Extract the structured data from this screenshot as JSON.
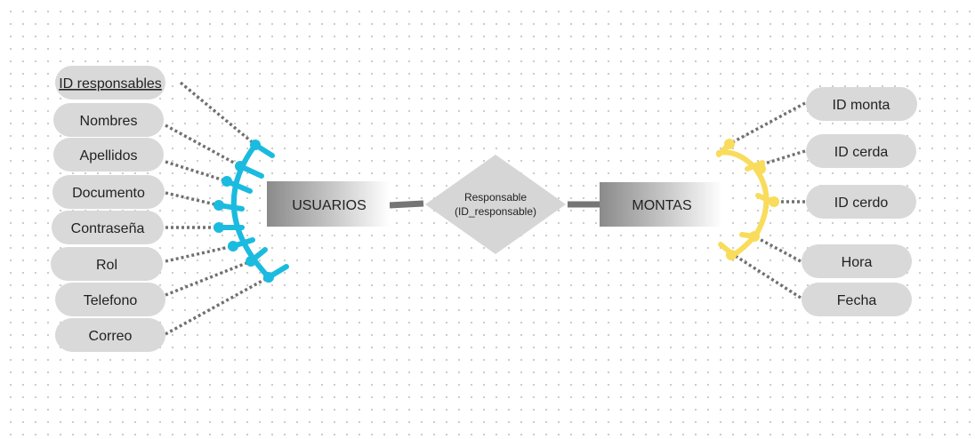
{
  "entities": {
    "usuarios": {
      "label": "USUARIOS"
    },
    "montas": {
      "label": "MONTAS"
    }
  },
  "relationship": {
    "label_line1": "Responsable",
    "label_line2": "(ID_responsable)"
  },
  "usuarios_attributes": [
    {
      "label": "ID responsables",
      "primary_key": true
    },
    {
      "label": "Nombres"
    },
    {
      "label": "Apellidos"
    },
    {
      "label": "Documento"
    },
    {
      "label": "Contraseña"
    },
    {
      "label": "Rol"
    },
    {
      "label": "Telefono"
    },
    {
      "label": "Correo"
    }
  ],
  "montas_attributes": [
    {
      "label": "ID monta"
    },
    {
      "label": "ID cerda"
    },
    {
      "label": "ID cerdo"
    },
    {
      "label": "Hora"
    },
    {
      "label": "Fecha"
    }
  ],
  "colors": {
    "usuarios_connector": "#1bbbe0",
    "montas_connector": "#f9dc5c",
    "pill": "#d9d9d9",
    "entity_gray": "#8c8c8c",
    "relationship": "#d6d6d6",
    "dotted_line": "#707070"
  }
}
